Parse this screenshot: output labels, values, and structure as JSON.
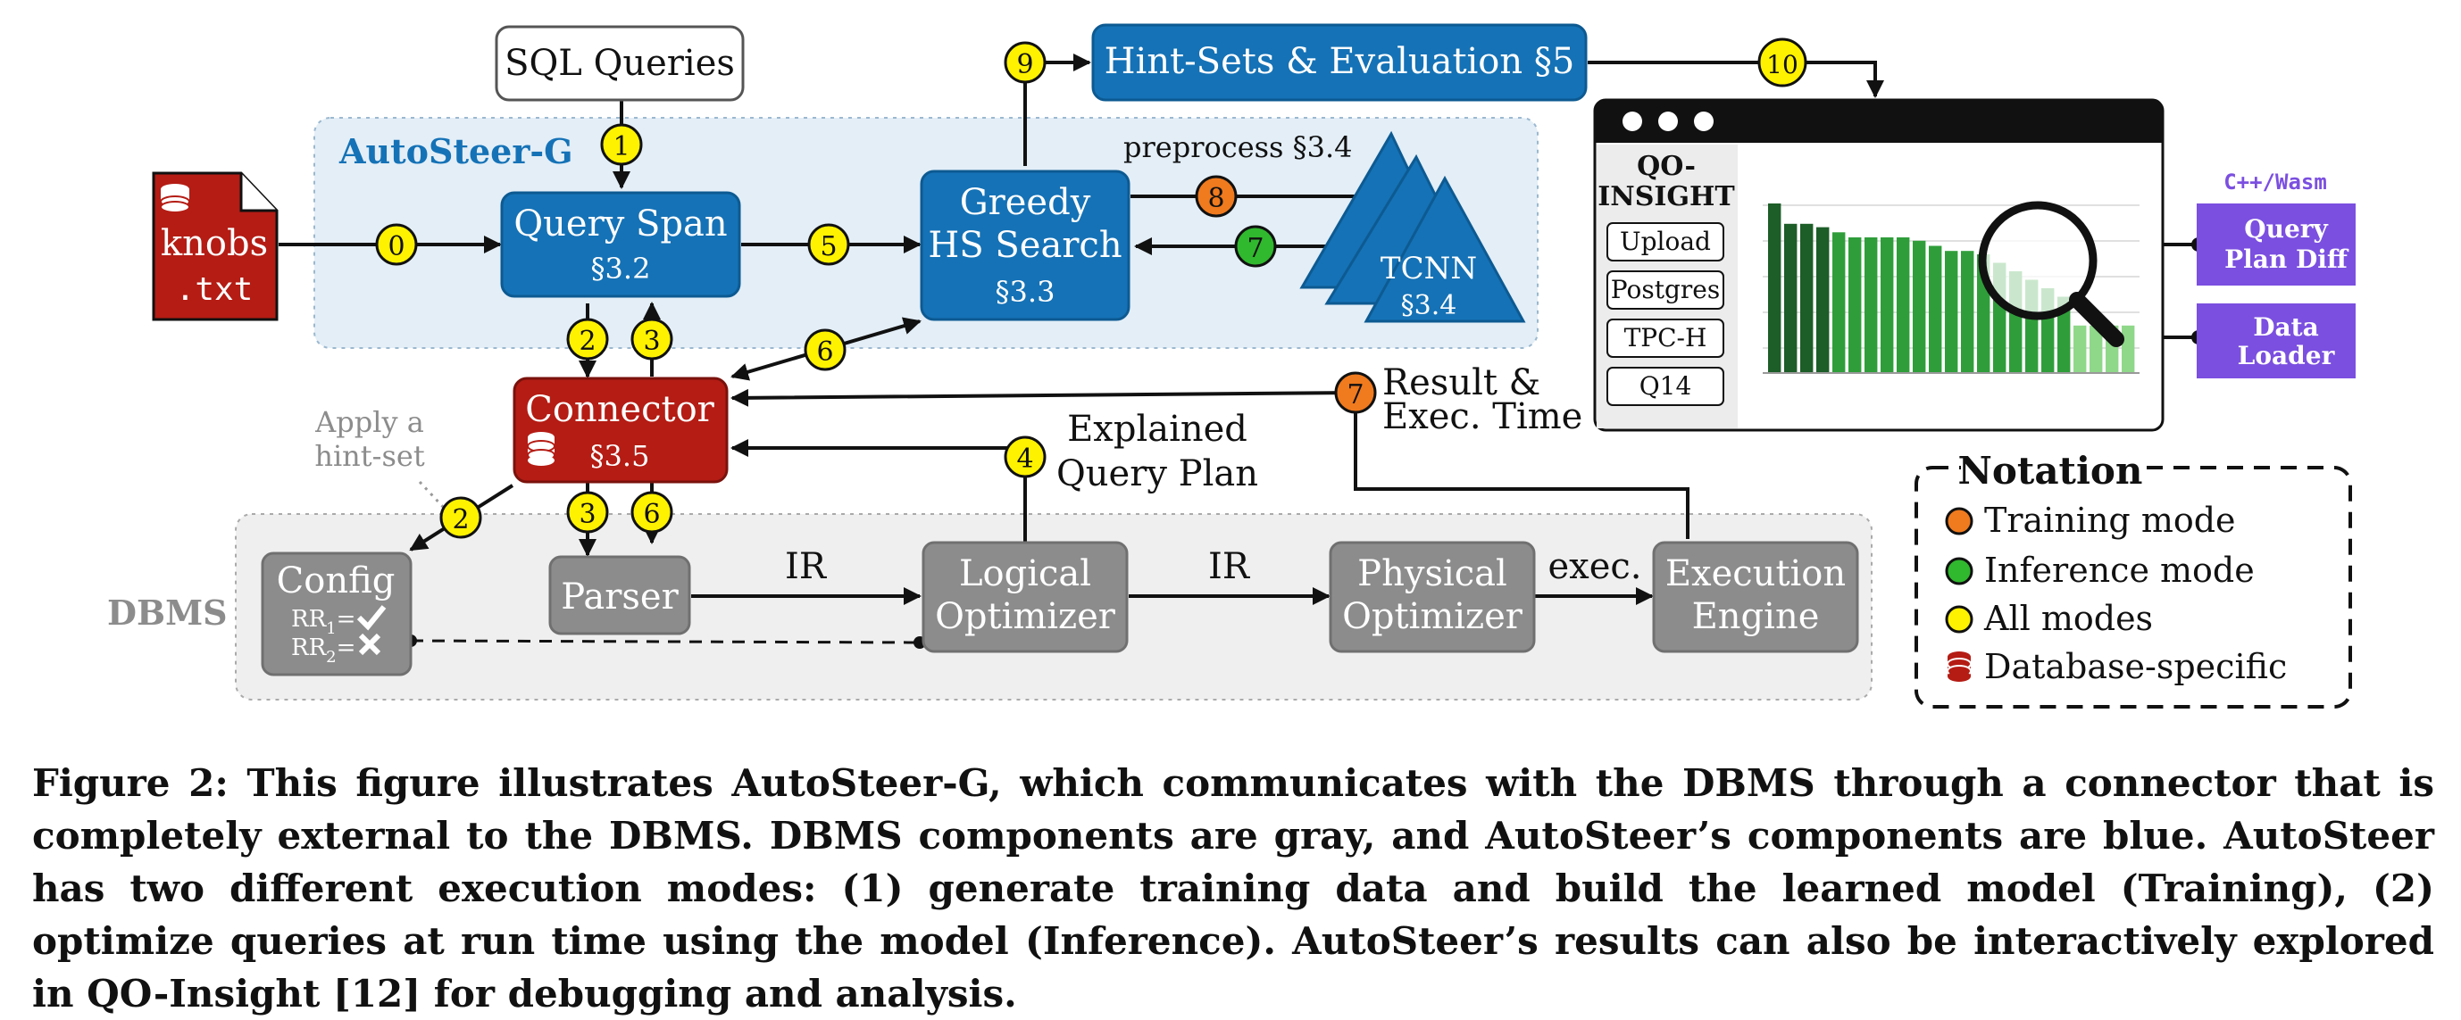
{
  "colors": {
    "blue": "#1572b6",
    "blue_dark": "#0d5a92",
    "red": "#b41c14",
    "gray": "#8c8c8c",
    "panel_light_blue": "#e3eef7",
    "panel_gray": "#efefef",
    "yellow": "#fff200",
    "orange": "#f07a1e",
    "green": "#30b82e",
    "purple": "#7b4fe0",
    "chart_dark": "#1d5d28",
    "chart_mid": "#2f9e3a",
    "chart_light": "#8fd88a"
  },
  "boxes": {
    "sql_queries": "SQL Queries",
    "autosteer_label": "AutoSteer-G",
    "dbms_label": "DBMS",
    "query_span_title": "Query Span",
    "query_span_sec": "§3.2",
    "greedy_line1": "Greedy",
    "greedy_line2": "HS Search",
    "greedy_sec": "§3.3",
    "hint_sets": "Hint-Sets & Evaluation §5",
    "tcnn_label": "TCNN",
    "tcnn_sec": "§3.4",
    "preprocess": "preprocess §3.4",
    "knobs_line1": "knobs",
    "knobs_line2": ".txt",
    "connector_title": "Connector",
    "connector_sec": "§3.5",
    "config": "Config",
    "rr1": "RR",
    "rr1_sub": "1",
    "rr2": "RR",
    "rr2_sub": "2",
    "parser": "Parser",
    "logical_line1": "Logical",
    "logical_line2": "Optimizer",
    "physical_line1": "Physical",
    "physical_line2": "Optimizer",
    "execution_line1": "Execution",
    "execution_line2": "Engine",
    "ir_1": "IR",
    "ir_2": "IR",
    "exec": "exec.",
    "apply_line1": "Apply a",
    "apply_line2": "hint-set",
    "explained_line1": "Explained",
    "explained_line2": "Query Plan",
    "result_line1": "Result &",
    "result_line2": "Exec. Time"
  },
  "badges": {
    "b0": "0",
    "b1": "1",
    "b2a": "2",
    "b2b": "2",
    "b3a": "3",
    "b3b": "3",
    "b4": "4",
    "b5": "5",
    "b6a": "6",
    "b6b": "6",
    "b7a": "7",
    "b7b": "7",
    "b8": "8",
    "b9": "9",
    "b10": "10"
  },
  "qo_insight": {
    "title_line1": "QO-",
    "title_line2": "INSIGHT",
    "buttons": [
      "Upload",
      "Postgres",
      "TPC-H",
      "Q14"
    ],
    "cpp_label": "C++/Wasm",
    "query_plan_diff_line1": "Query",
    "query_plan_diff_line2": "Plan Diff",
    "data_loader_line1": "Data",
    "data_loader_line2": "Loader"
  },
  "chart_data": {
    "type": "bar",
    "values": [
      100,
      88,
      88,
      86,
      83,
      80,
      80,
      80,
      80,
      78,
      75,
      72,
      72,
      70,
      65,
      60,
      55,
      50,
      45,
      28,
      28,
      28,
      28
    ],
    "ylim": [
      0,
      100
    ]
  },
  "notation": {
    "title": "Notation",
    "items": [
      {
        "label": "Training mode",
        "kind": "dot",
        "color": "#f07a1e"
      },
      {
        "label": "Inference mode",
        "kind": "dot",
        "color": "#30b82e"
      },
      {
        "label": "All modes",
        "kind": "dot",
        "color": "#fff200"
      },
      {
        "label": "Database-specific",
        "kind": "db",
        "color": "#b41c14"
      }
    ]
  },
  "caption": {
    "text": "Figure 2: This figure illustrates AutoSteer-G, which communicates with the DBMS through a connector that is completely external to the DBMS. DBMS components are gray, and AutoSteer’s components are blue. AutoSteer has two different execution modes: (1) generate training data and build the learned model (Training), (2) optimize queries at run time using the model (Inference). AutoSteer’s results can also be interactively explored in QO-Insight [12] for debugging and analysis."
  }
}
